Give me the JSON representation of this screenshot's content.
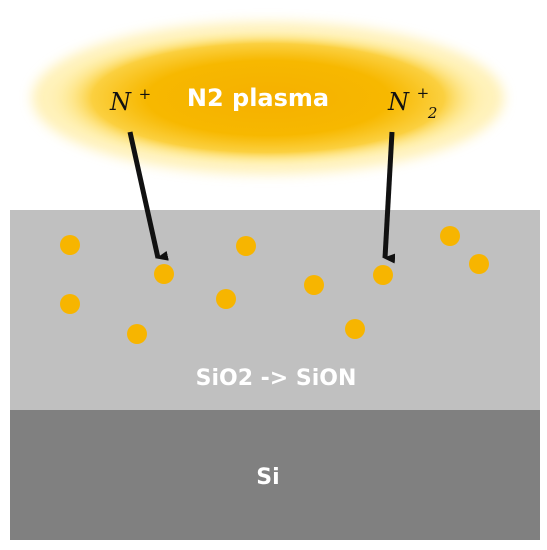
{
  "plasma": {
    "label": "N2 plasma",
    "color_core": "#f7b500",
    "color_glow": "#ffe680"
  },
  "ions": [
    {
      "base": "N",
      "subscript": "",
      "superscript": "+"
    },
    {
      "base": "N",
      "subscript": "2",
      "superscript": "+"
    }
  ],
  "oxide_layer": {
    "label": "SiO2 -> SiON",
    "color": "#c0c0c0"
  },
  "substrate": {
    "label": "Si",
    "color": "#808080"
  },
  "dot_color": "#f7b500",
  "arrow_color": "#111111"
}
